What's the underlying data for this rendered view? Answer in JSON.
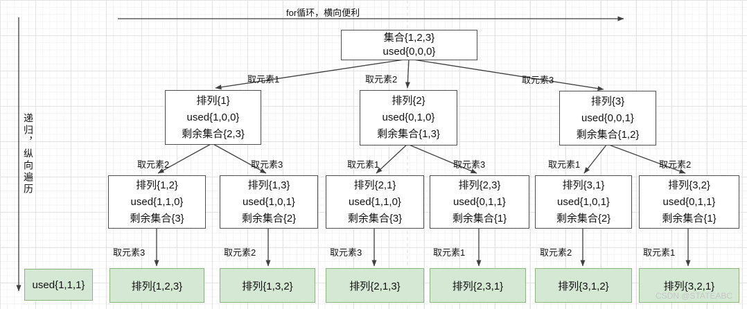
{
  "colors": {
    "node_fill": "#ffffff",
    "node_border": "#4d4d4d",
    "leaf_fill": "#d5e8d4",
    "leaf_border": "#8cb57f",
    "arrow": "#3f3f3f",
    "watermark": "#c6c6c6",
    "grid_minor": "#f4f4f4",
    "grid_major": "#e3e3e3"
  },
  "annotations": {
    "top_arrow_label": "for循环，横向便利",
    "left_arrow_label": "递归，纵向遍历",
    "watermark": "CSDN @STATEABC"
  },
  "root": {
    "line1": "集合{1,2,3}",
    "line2": "used{0,0,0}"
  },
  "level2": [
    {
      "line1": "排列{1}",
      "line2": "used{1,0,0}",
      "line3": "剩余集合{2,3}",
      "edge_label": "取元素1"
    },
    {
      "line1": "排列{2}",
      "line2": "used{0,1,0}",
      "line3": "剩余集合{1,3}",
      "edge_label": "取元素2"
    },
    {
      "line1": "排列{3}",
      "line2": "used{0,0,1}",
      "line3": "剩余集合{1,2}",
      "edge_label": "取元素3"
    }
  ],
  "level3": [
    {
      "line1": "排列{1,2}",
      "line2": "used{1,1,0}",
      "line3": "剩余集合{3}",
      "edge_label": "取元素2"
    },
    {
      "line1": "排列{1,3}",
      "line2": "used{1,0,1}",
      "line3": "剩余集合{2}",
      "edge_label": "取元素3"
    },
    {
      "line1": "排列{2,1}",
      "line2": "used{1,1,0}",
      "line3": "剩余集合{3}",
      "edge_label": "取元素1"
    },
    {
      "line1": "排列{2,3}",
      "line2": "used{0,1,1}",
      "line3": "剩余集合{1}",
      "edge_label": "取元素3"
    },
    {
      "line1": "排列{3,1}",
      "line2": "used{1,0,1}",
      "line3": "剩余集合{2}",
      "edge_label": "取元素1"
    },
    {
      "line1": "排列{3,2}",
      "line2": "used{0,1,1}",
      "line3": "剩余集合{1}",
      "edge_label": "取元素2"
    }
  ],
  "leaves": [
    {
      "label": "排列{1,2,3}",
      "edge_label": "取元素3"
    },
    {
      "label": "排列{1,3,2}",
      "edge_label": "取元素2"
    },
    {
      "label": "排列{2,1,3}",
      "edge_label": "取元素3"
    },
    {
      "label": "排列{2,3,1}",
      "edge_label": "取元素1"
    },
    {
      "label": "排列{3,1,2}",
      "edge_label": "取元素2"
    },
    {
      "label": "排列{3,2,1}",
      "edge_label": "取元素1"
    }
  ],
  "side_box": {
    "label": "used{1,1,1}"
  }
}
